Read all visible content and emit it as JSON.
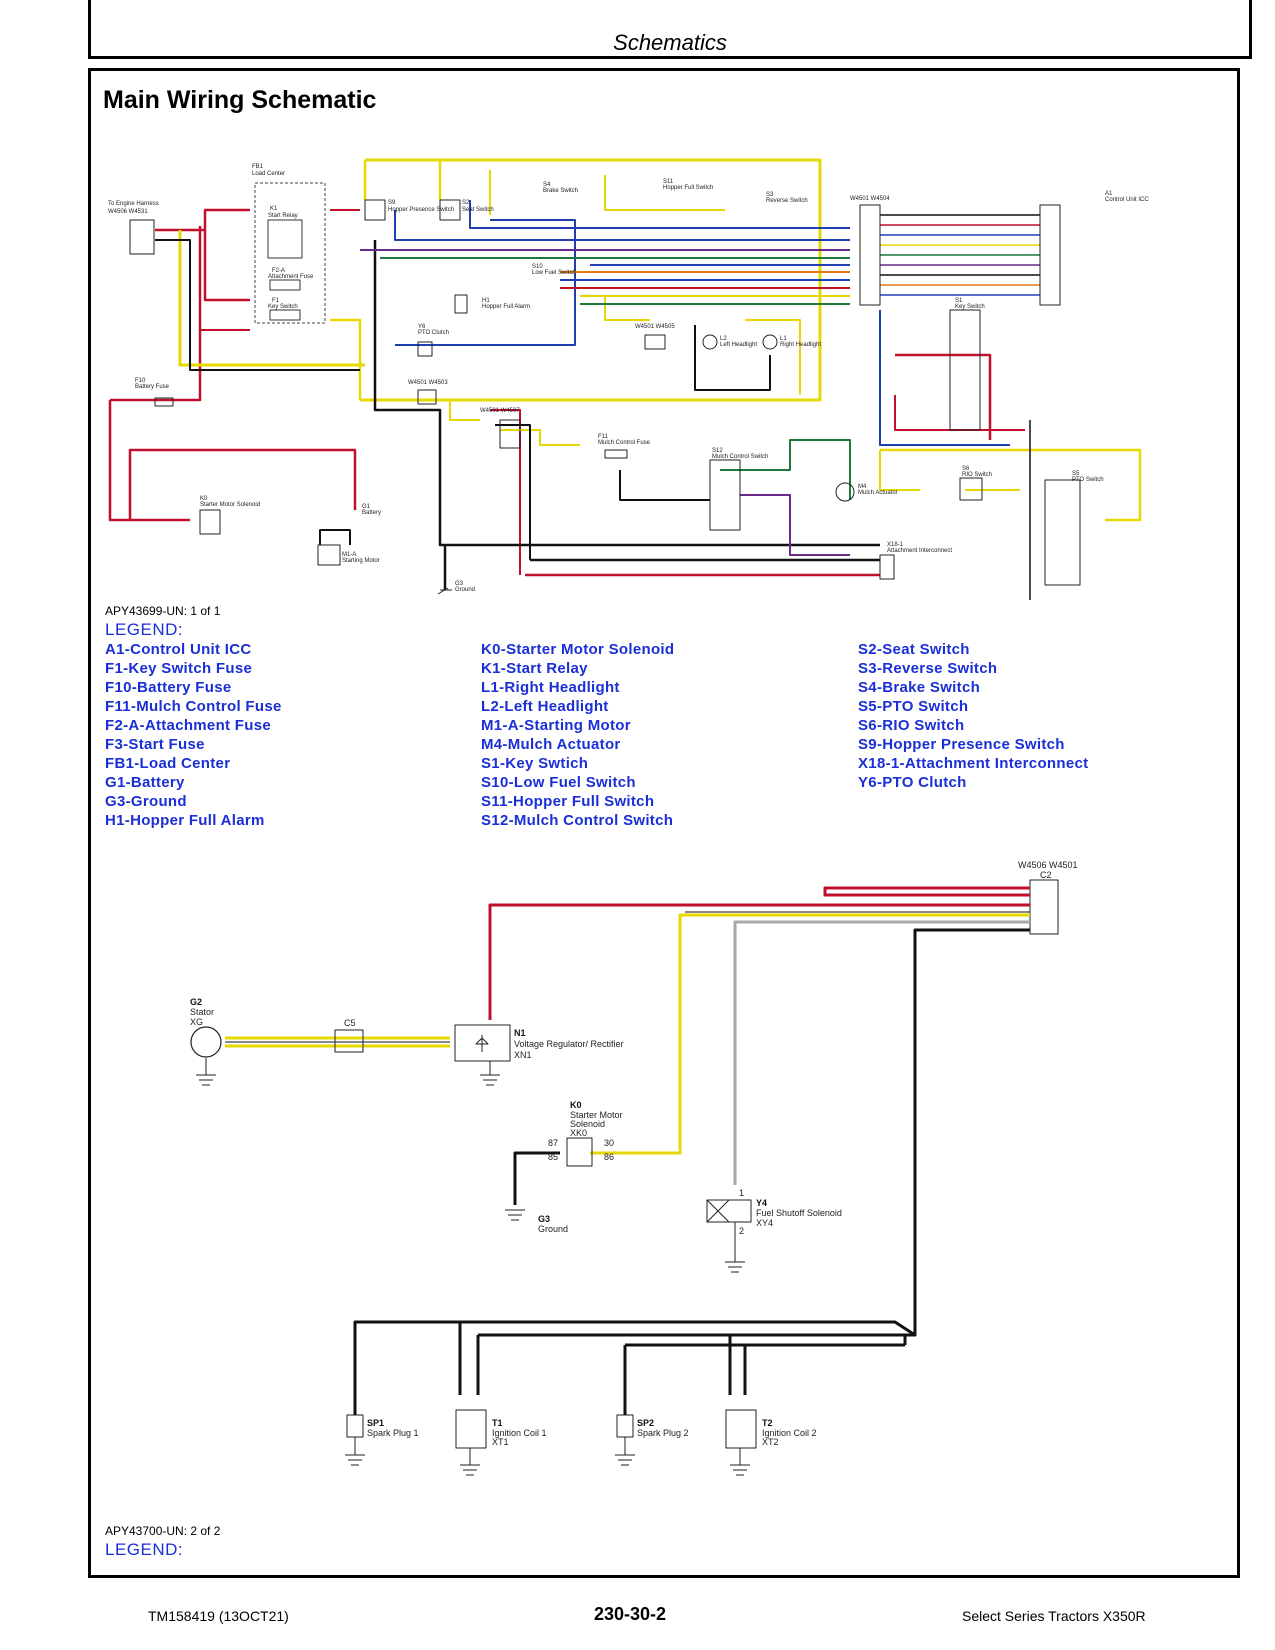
{
  "header": {
    "section_title": "Schematics"
  },
  "main": {
    "title": "Main Wiring Schematic"
  },
  "figure1": {
    "ref": "APY43699-UN: 1 of 1",
    "legend_heading": "LEGEND:",
    "legend_col1": [
      "A1-Control Unit ICC",
      "F1-Key Switch Fuse",
      "F10-Battery Fuse",
      "F11-Mulch Control Fuse",
      "F2-A-Attachment Fuse",
      "F3-Start Fuse",
      "FB1-Load Center",
      "G1-Battery",
      "G3-Ground",
      "H1-Hopper Full Alarm"
    ],
    "legend_col2": [
      "K0-Starter Motor Solenoid",
      "K1-Start Relay",
      "L1-Right Headlight",
      "L2-Left Headlight",
      "M1-A-Starting Motor",
      "M4-Mulch Actuator",
      "S1-Key Swtich",
      "S10-Low Fuel Switch",
      "S11-Hopper Full Switch",
      "S12-Mulch Control Switch"
    ],
    "legend_col3": [
      "S2-Seat Switch",
      "S3-Reverse Switch",
      "S4-Brake Switch",
      "S5-PTO Switch",
      "S6-RIO Switch",
      "S9-Hopper Presence Switch",
      "X18-1-Attachment Interconnect",
      "Y6-PTO Clutch"
    ]
  },
  "diagram1_labels": {
    "fb1": "FB1",
    "load_center": "Load Center",
    "to_engine_harness": "To Engine Harness",
    "w4506_w4531": "W4506  W4531",
    "k1": "K1",
    "start_relay": "Start Relay",
    "f2a": "F2-A",
    "attachment_fuse": "Attachment Fuse",
    "f1": "F1",
    "key_switch_fuse": "Key Switch",
    "s9": "S9",
    "hopper_presence_switch": "Hopper Presence Switch",
    "s2": "S2",
    "seat_switch": "Seat Switch",
    "s4": "S4",
    "brake_switch": "Brake Switch",
    "s11": "S11",
    "hopper_full_switch": "Hopper Full Switch",
    "s3": "S3",
    "reverse_switch": "Reverse Switch",
    "w4501_w4504": "W4501  W4504",
    "a1": "A1",
    "control_unit_icc": "Control Unit ICC",
    "s10": "S10",
    "low_fuel_switch": "Low Fuel Switch",
    "h1": "H1",
    "hopper_full_alarm": "Hopper Full Alarm",
    "s1": "S1",
    "key_switch": "Key Switch",
    "y6": "Y6",
    "pto_clutch": "PTO Clutch",
    "w4501_w4505": "W4501  W4505",
    "l2": "L2",
    "left_headlight": "Left Headlight",
    "l1": "L1",
    "right_headlight": "Right Headlight",
    "f10": "F10",
    "battery_fuse": "Battery Fuse",
    "w4501_w4503": "W4501  W4503",
    "w4501_w4507": "W4501  W4507",
    "f11": "F11",
    "mulch_control_fuse": "Mulch Control Fuse",
    "s12": "S12",
    "mulch_control_switch": "Mulch Control Switch",
    "s6": "S6",
    "rio_switch": "RIO Switch",
    "s5": "S5",
    "pto_switch": "PTO Switch",
    "k0": "K0",
    "starter_motor_solenoid": "Starter Motor Solenoid",
    "g1": "G1",
    "battery": "Battery",
    "m4": "M4",
    "mulch_actuator": "Mulch Actuator",
    "x18": "X18-1",
    "attachment_interconnect": "Attachment Interconnect",
    "m1a": "M1-A",
    "starting_motor": "Starting Motor",
    "g3": "G3",
    "ground": "Ground"
  },
  "diagram2_labels": {
    "w4506_w4501": "W4506  W4501",
    "c2": "C2",
    "g2": "G2",
    "stator": "Stator",
    "xg": "XG",
    "c5": "C5",
    "n1": "N1",
    "voltage_regulator": "Voltage Regulator/ Rectifier",
    "xn1": "XN1",
    "k0": "K0",
    "starter_motor": "Starter Motor",
    "solenoid": "Solenoid",
    "xk0": "XK0",
    "pin_87": "87",
    "pin_85": "85",
    "pin_30": "30",
    "pin_86": "86",
    "g3": "G3",
    "ground": "Ground",
    "y4": "Y4",
    "fuel_shutoff_solenoid": "Fuel Shutoff Solenoid",
    "xy4": "XY4",
    "pin_1": "1",
    "pin_2": "2",
    "sp1": "SP1",
    "spark_plug_1": "Spark Plug 1",
    "t1": "T1",
    "ignition_coil_1": "Ignition Coil 1",
    "xt1": "XT1",
    "sp2": "SP2",
    "spark_plug_2": "Spark Plug 2",
    "t2": "T2",
    "ignition_coil_2": "Ignition Coil 2",
    "xt2": "XT2"
  },
  "figure2": {
    "ref": "APY43700-UN: 2 of 2",
    "legend_heading": "LEGEND:"
  },
  "footer": {
    "left": "TM158419 (13OCT21)",
    "center": "230-30-2",
    "right": "Select Series Tractors X350R"
  },
  "colors": {
    "wire_red": "#c0102e",
    "wire_yellow": "#e6d800",
    "wire_black": "#111111",
    "wire_blue": "#1f3fb0",
    "wire_green": "#1d7a3a",
    "wire_grey": "#a8a8a8",
    "wire_orange": "#e07a10",
    "wire_purple": "#6a2a8a",
    "legend_blue": "#1a2fd6"
  }
}
